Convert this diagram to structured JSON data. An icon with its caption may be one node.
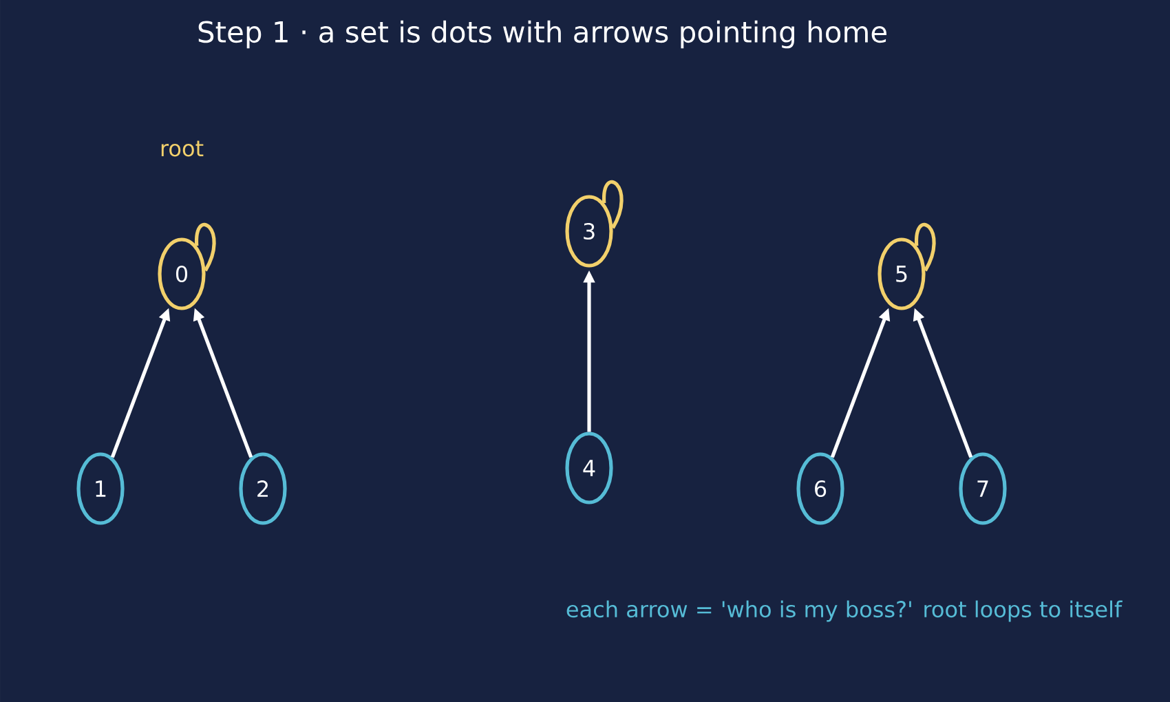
{
  "diagram": {
    "title": "Step 1  ·  a set is dots with arrows pointing home",
    "nodes": [
      {
        "text": [
          "0"
        ]
      },
      {
        "text": [
          "1"
        ]
      },
      {
        "text": [
          "2"
        ]
      },
      {
        "text": [
          "3"
        ]
      },
      {
        "text": [
          "4"
        ]
      },
      {
        "text": [
          "5"
        ]
      },
      {
        "text": [
          "6"
        ]
      },
      {
        "text": [
          "7"
        ]
      }
    ],
    "edges": [
      {
        "from": 0,
        "to": 0,
        "arrow": "none",
        "color": "#f2d06b"
      },
      {
        "from": 1,
        "to": 0,
        "arrow": "to"
      },
      {
        "from": 2,
        "to": 0,
        "arrow": "to"
      },
      {
        "from": 3,
        "to": 3,
        "arrow": "none",
        "color": "#f2d06b"
      },
      {
        "from": 4,
        "to": 3,
        "arrow": "to"
      },
      {
        "from": 5,
        "to": 5,
        "arrow": "none",
        "color": "#f2d06b"
      },
      {
        "from": 6,
        "to": 5,
        "arrow": "to"
      },
      {
        "from": 7,
        "to": 5,
        "arrow": "to"
      }
    ],
    "labels": [
      "root",
      "each arrow = 'who is my boss?'  root loops to itself"
    ]
  }
}
